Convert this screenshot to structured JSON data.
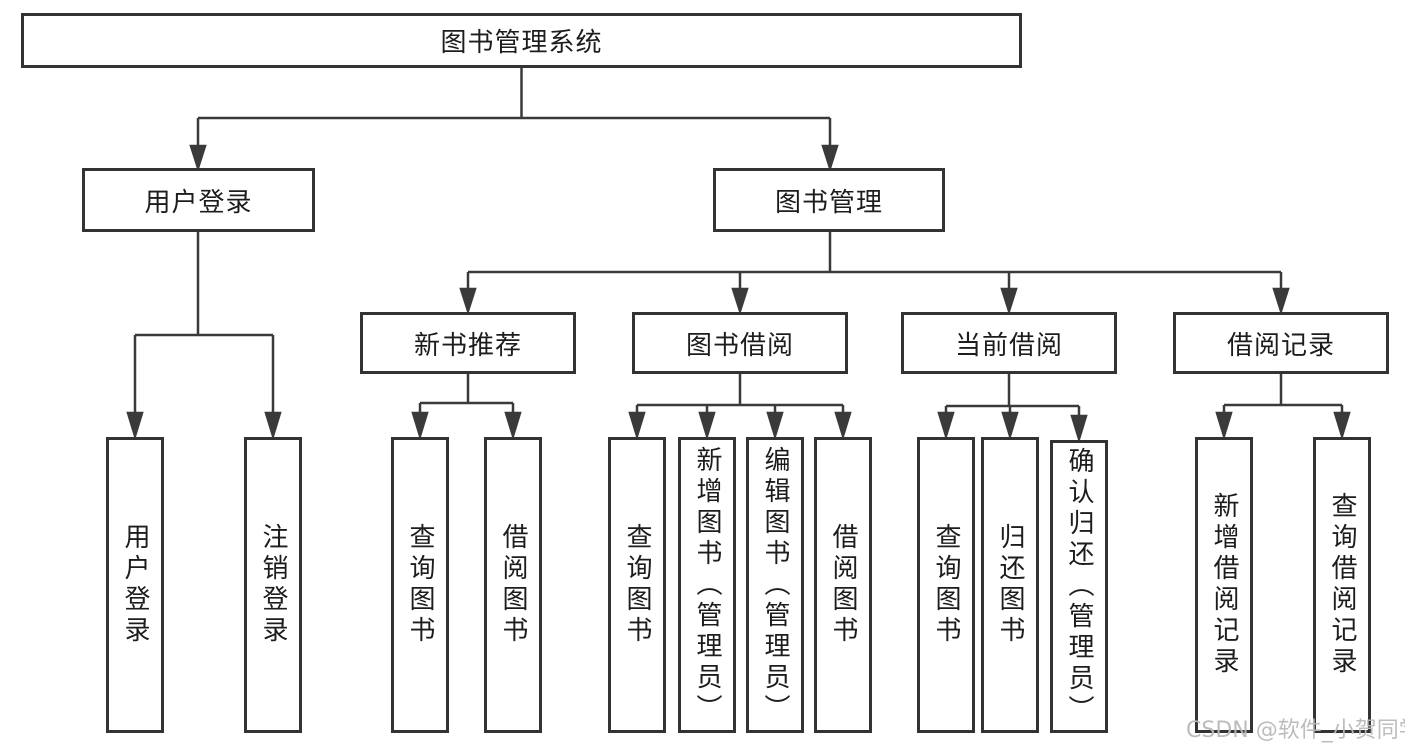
{
  "colors": {
    "line": "#3a3a3a",
    "box_border": "#333333",
    "text": "#1d1d1d",
    "watermark": "#b9b9b9",
    "background": "#ffffff"
  },
  "watermark": "CSDN @软件_小贺同学",
  "diagram": {
    "root": {
      "label": "图书管理系统"
    },
    "branches": [
      {
        "label": "用户登录",
        "children": [
          {
            "label": "用户登录"
          },
          {
            "label": "注销登录"
          }
        ]
      },
      {
        "label": "图书管理",
        "children": [
          {
            "label": "新书推荐",
            "children": [
              {
                "label": "查询图书"
              },
              {
                "label": "借阅图书"
              }
            ]
          },
          {
            "label": "图书借阅",
            "children": [
              {
                "label": "查询图书"
              },
              {
                "label": "新增图书（管理员）"
              },
              {
                "label": "编辑图书（管理员）"
              },
              {
                "label": "借阅图书"
              }
            ]
          },
          {
            "label": "当前借阅",
            "children": [
              {
                "label": "查询图书"
              },
              {
                "label": "归还图书"
              },
              {
                "label": "确认归还（管理员）"
              }
            ]
          },
          {
            "label": "借阅记录",
            "children": [
              {
                "label": "新增借阅记录"
              },
              {
                "label": "查询借阅记录"
              }
            ]
          }
        ]
      }
    ]
  }
}
